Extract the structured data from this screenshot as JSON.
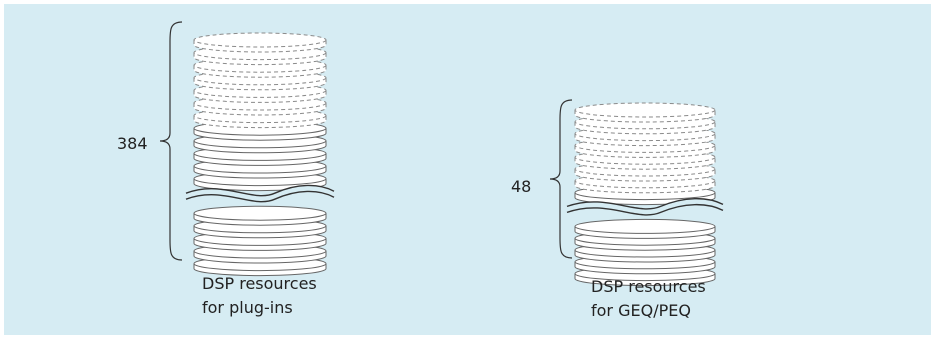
{
  "stacks": [
    {
      "count_label": "384",
      "caption_line1": "DSP resources",
      "caption_line2": "for plug-ins",
      "dashed_disks": 7,
      "solid_disks_above_break": 5,
      "solid_disks_below_break": 5
    },
    {
      "count_label": "48",
      "caption_line1": "DSP resources",
      "caption_line2": "for GEQ/PEQ",
      "dashed_disks": 7,
      "solid_disks_above_break": 1,
      "solid_disks_below_break": 5
    }
  ],
  "colors": {
    "background": "#d6ecf3",
    "disk_fill": "#ffffff",
    "disk_stroke": "#666666",
    "dashed_stroke": "#8a8a8a"
  }
}
